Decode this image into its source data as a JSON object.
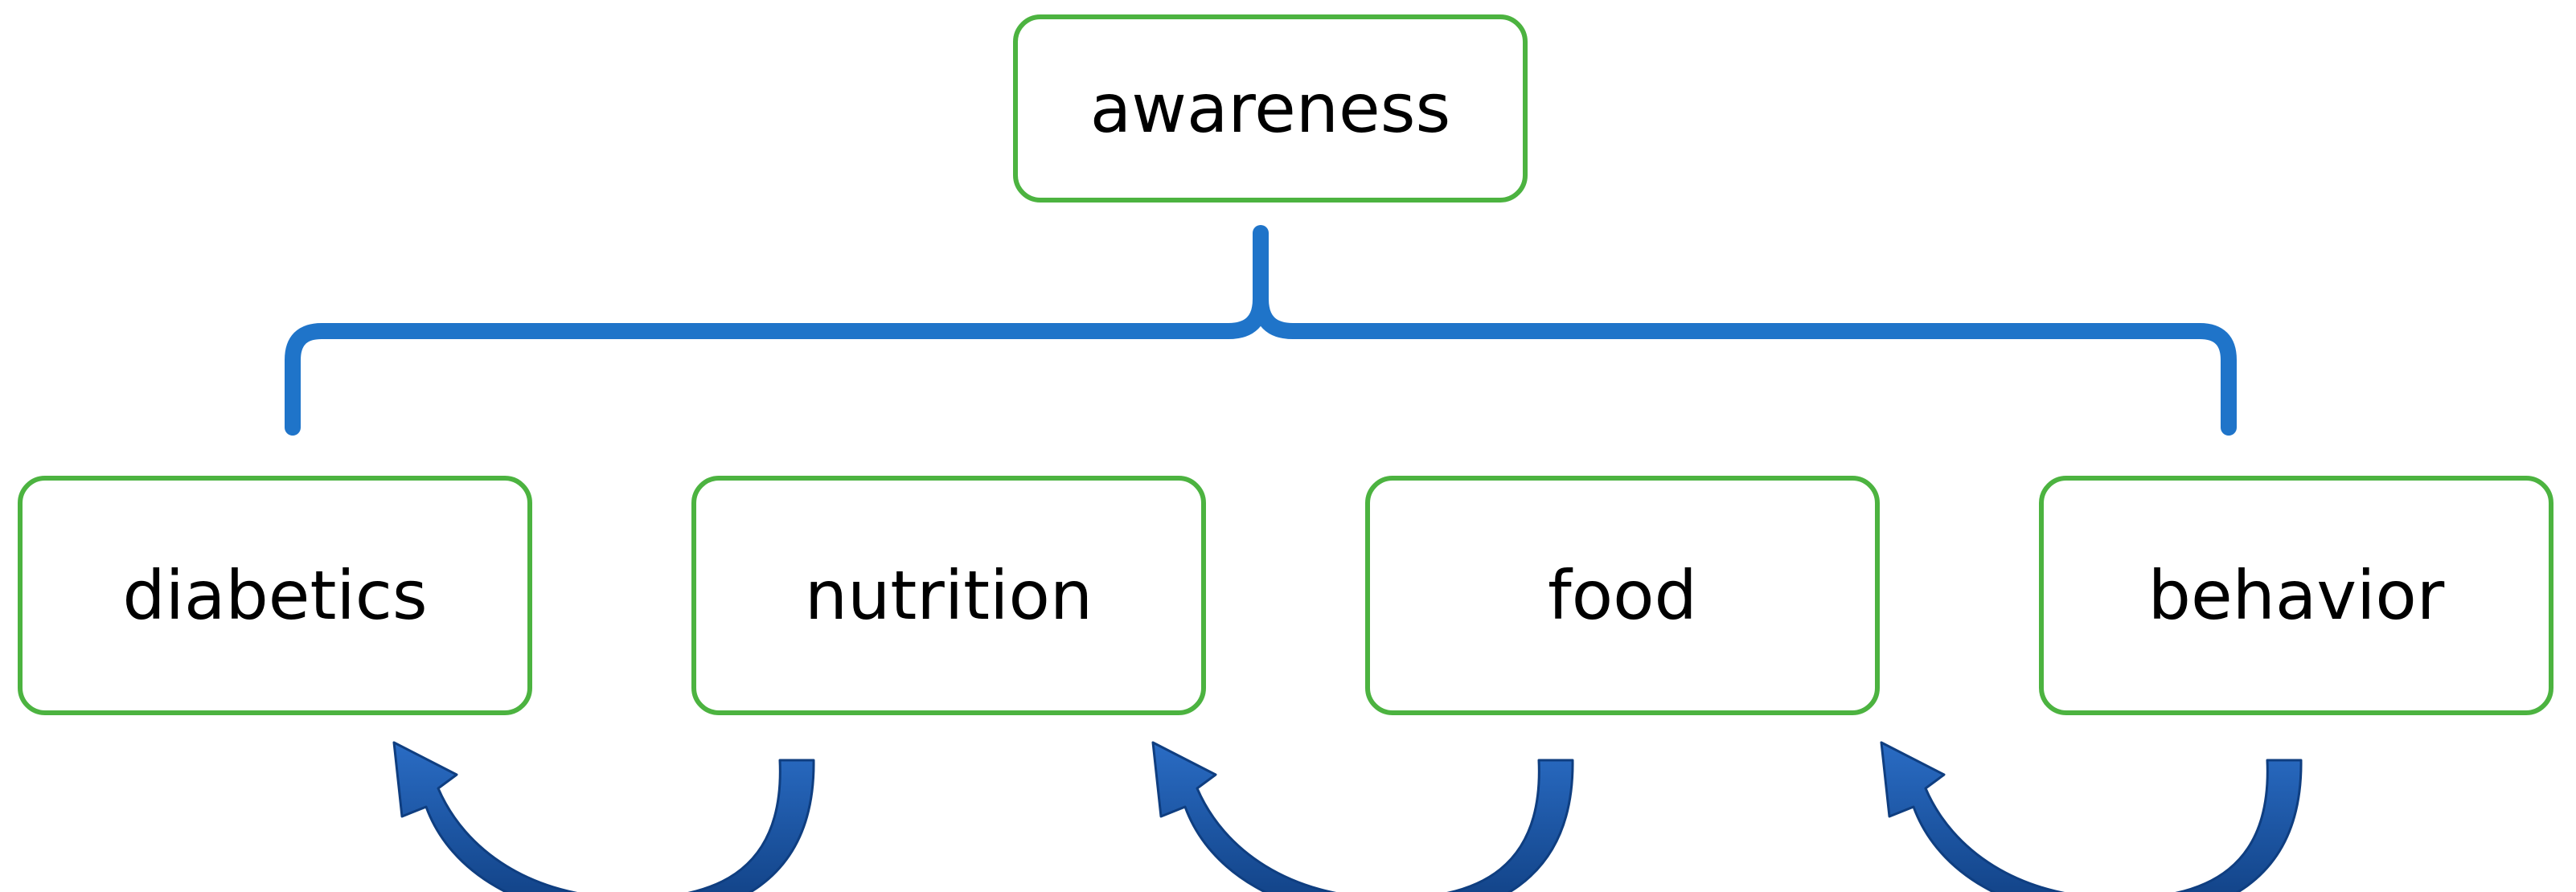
{
  "diagram": {
    "root": {
      "label": "awareness"
    },
    "children": [
      {
        "label": "diabetics"
      },
      {
        "label": "nutrition"
      },
      {
        "label": "food"
      },
      {
        "label": "behavior"
      }
    ],
    "colors": {
      "box_border": "#4cb340",
      "brace": "#1f74c9",
      "arrow_fill": "#1d58a8",
      "arrow_dark": "#0f3e80",
      "text": "#000000"
    }
  }
}
